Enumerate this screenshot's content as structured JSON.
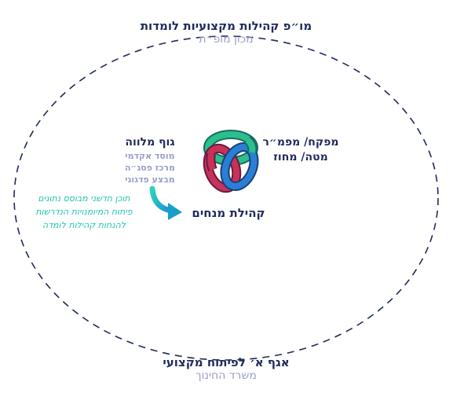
{
  "top": {
    "title": "מו״פ קהילות מקצועיות לומדות",
    "subtitle": "מכון מופ״ת"
  },
  "bottom": {
    "title": "אגף א׳ לפיתוח מקצועי",
    "subtitle": "משרד החינוך"
  },
  "right": {
    "line1": "מפקח/ מפמ״ר",
    "line2": "מטה/ מחוז"
  },
  "left": {
    "title": "גוף מלווה",
    "items": [
      "מוסד אקדמי",
      "מרכז פסג״ה",
      "מבצע פדגוגי"
    ]
  },
  "center": {
    "label": "קהילת מנחים"
  },
  "teal_notes": [
    "תוכן חדשני מבוסס נתונים",
    "פיתוח המיומנויות הנדרשות",
    "להנחות קהילות לומדה"
  ],
  "icons": {
    "knot": "trefoil-knot-icon",
    "arrow": "curved-arrow-icon"
  },
  "colors": {
    "navy": "#1f2a5c",
    "grayblue": "#9a9ec6",
    "teal": "#22c4b0",
    "knot_blue": "#2a7fd4",
    "knot_red": "#c8325a",
    "knot_green": "#2bbf8c"
  }
}
